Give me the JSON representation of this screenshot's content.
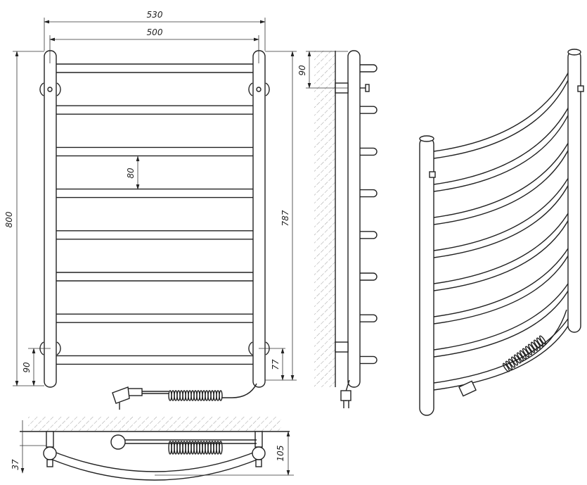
{
  "drawing": {
    "dimensions": {
      "overall_width": "530",
      "axis_width": "500",
      "overall_height": "800",
      "rail_spacing": "80",
      "axis_height": "787",
      "bottom_mount_offset": "90",
      "bottom_outlet_offset": "77",
      "top_mount_offset": "90",
      "wall_to_axis": "37",
      "overall_depth": "105"
    },
    "rail_count": 8,
    "colors": {
      "line": "#222222",
      "background": "#ffffff"
    }
  }
}
